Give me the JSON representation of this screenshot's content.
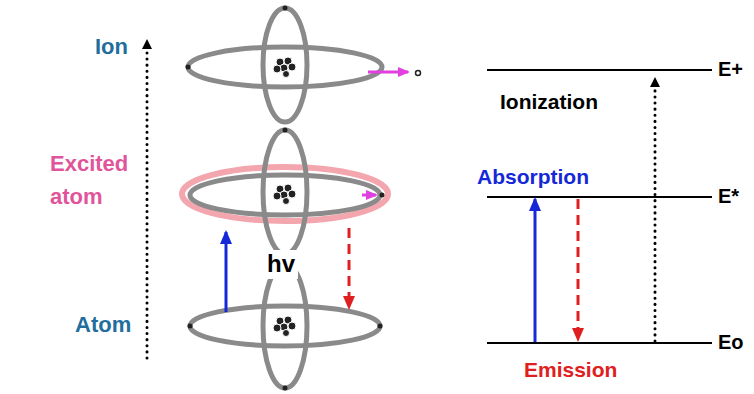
{
  "diagram": {
    "labels": [
      "Ion",
      "E+",
      "Ionization",
      "Excited atom",
      "Absorption",
      "E*",
      "hv",
      "Atom",
      "Emission",
      "Eo"
    ]
  }
}
